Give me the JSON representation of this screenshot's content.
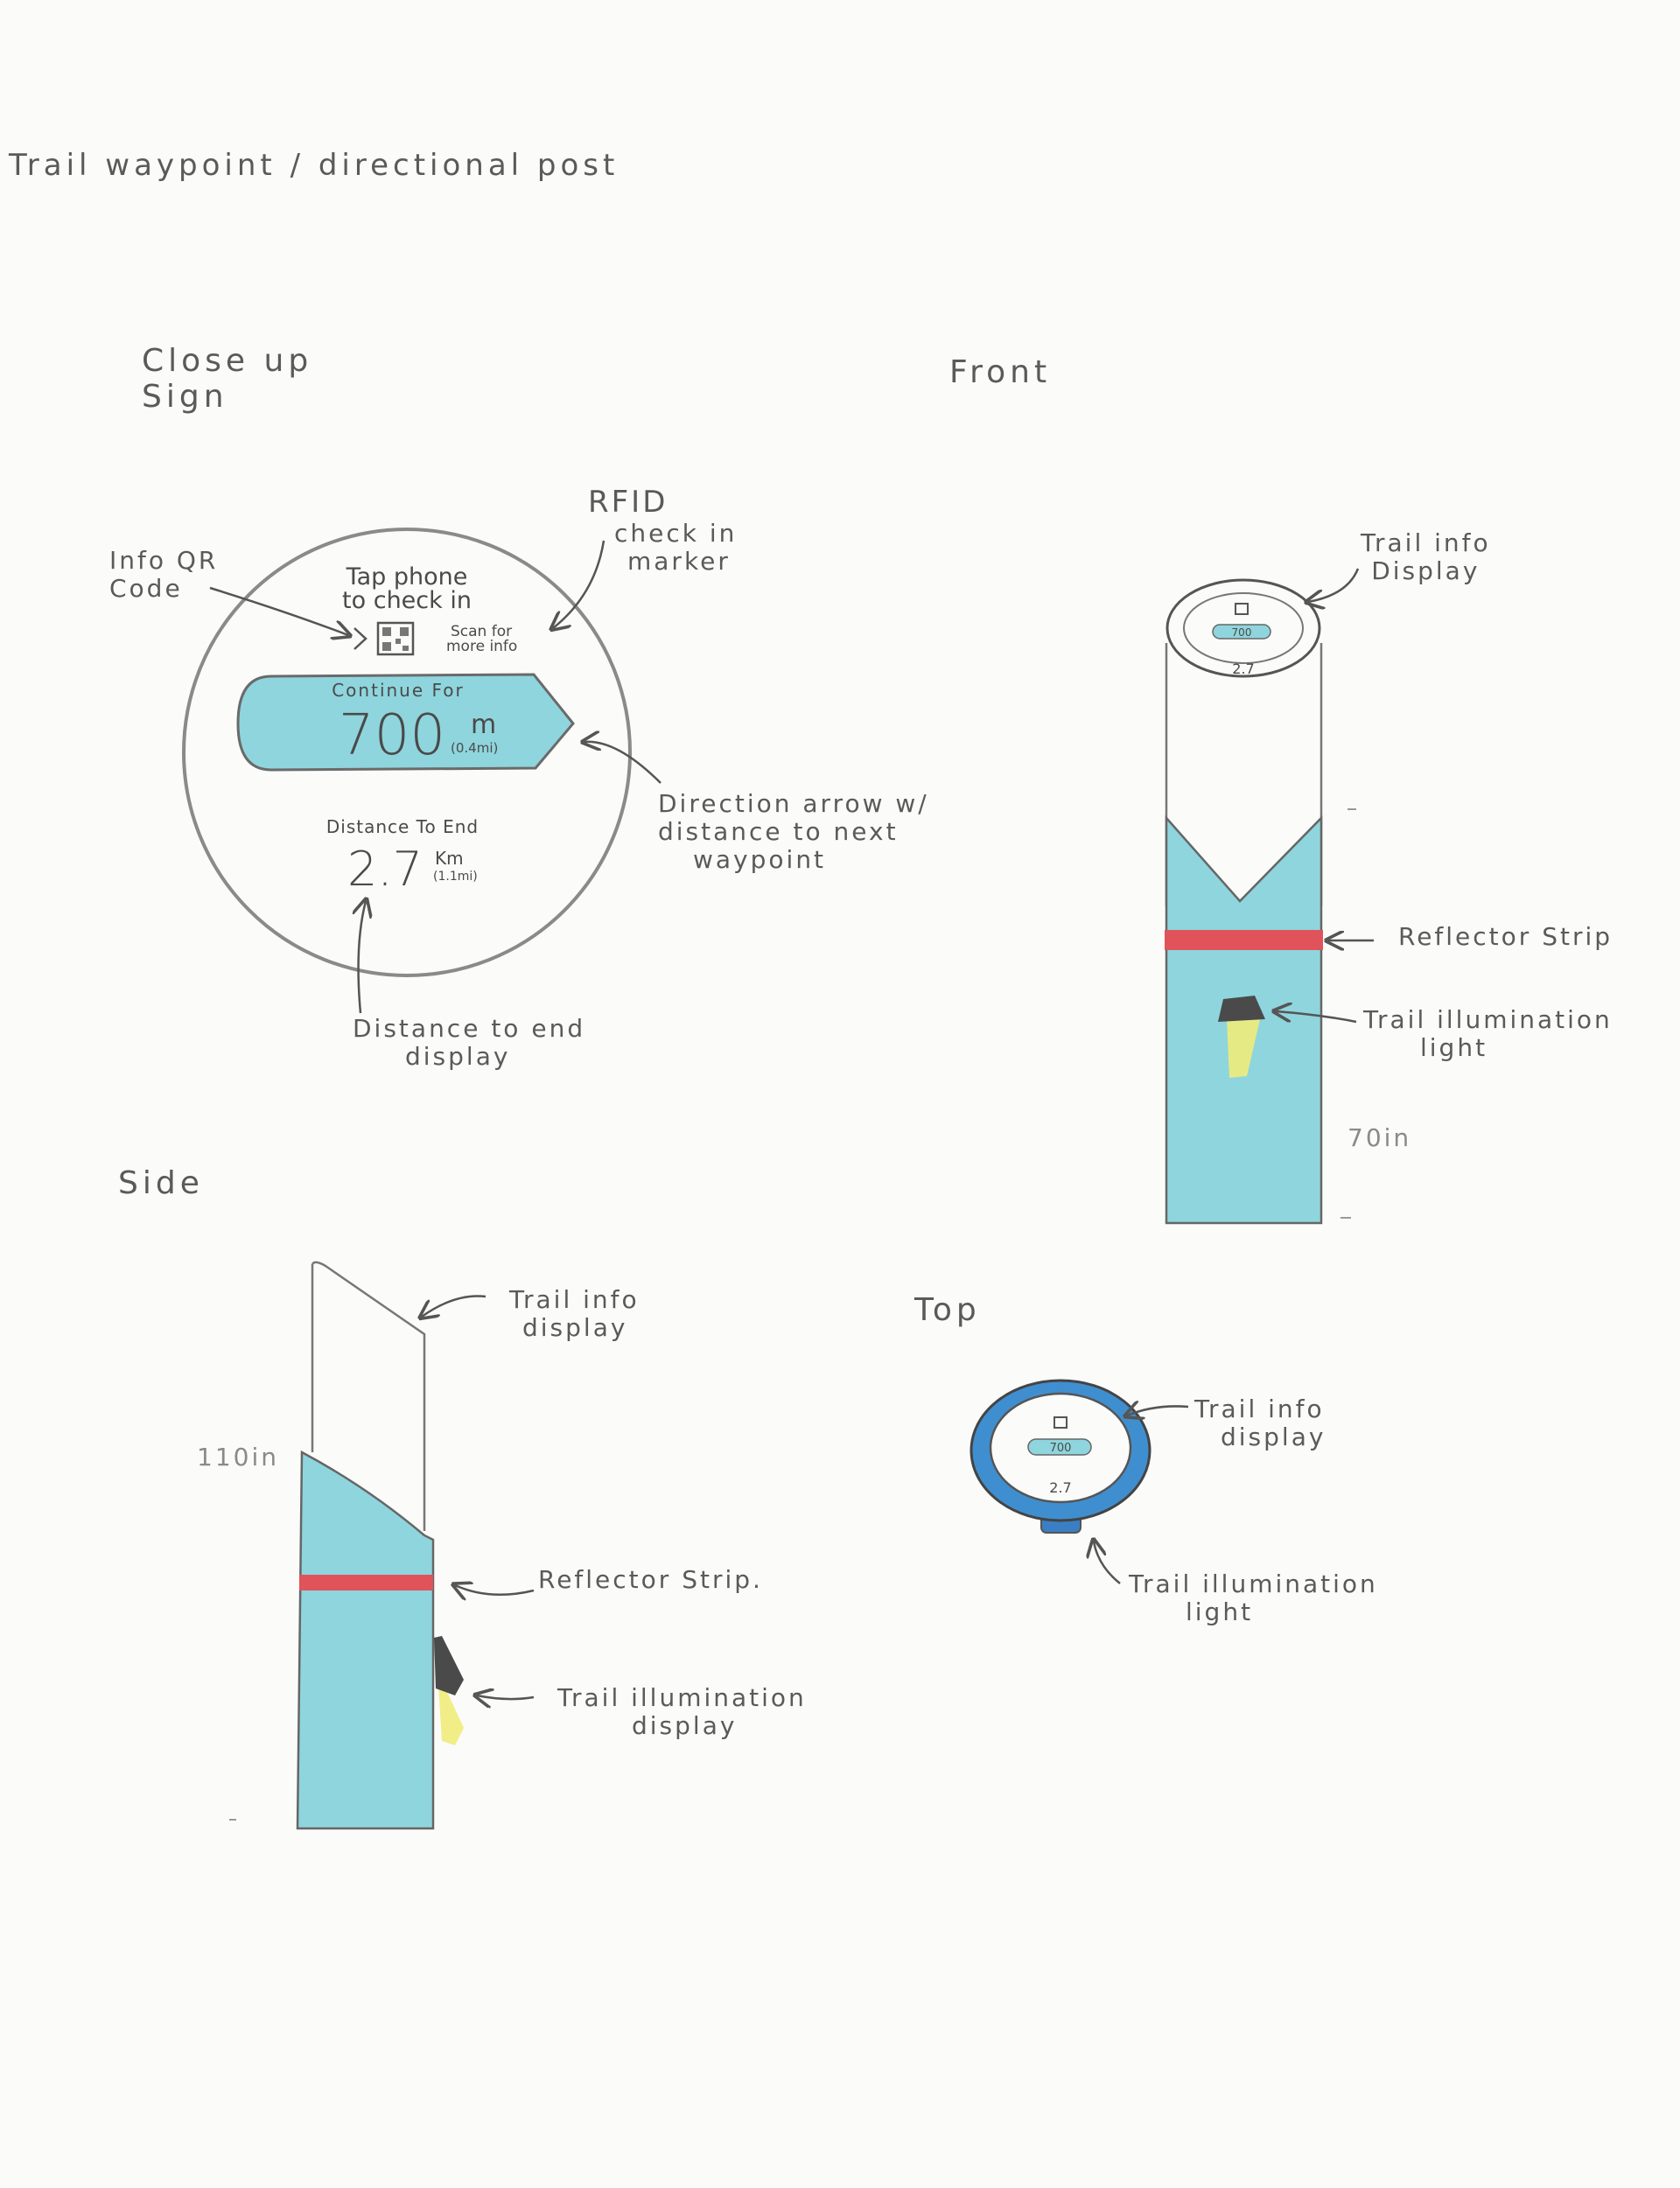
{
  "title": "Trail waypoint / directional post",
  "sections": {
    "closeup": [
      "Close up",
      "Sign"
    ],
    "front": "Front",
    "side": "Side",
    "top": "Top"
  },
  "sign": {
    "tap_line1": "Tap phone",
    "tap_line2": "to check in",
    "scan_line1": "Scan for",
    "scan_line2": "more info",
    "continue": "Continue For",
    "next_value": "700",
    "next_unit": "m",
    "next_alt": "(0.4mi)",
    "end_title": "Distance To End",
    "end_value": "2.7",
    "end_unit": "Km",
    "end_alt": "(1.1mi)"
  },
  "mini_sign": {
    "next_value": "700",
    "end_value": "2.7"
  },
  "labels": {
    "info_qr": [
      "Info QR",
      "Code"
    ],
    "rfid": [
      "RFID",
      "check in",
      "marker"
    ],
    "direction": [
      "Direction arrow w/",
      "distance to next",
      "waypoint"
    ],
    "distance_end": [
      "Distance to end",
      "display"
    ],
    "front_display": [
      "Trail info",
      "Display"
    ],
    "front_reflector": "Reflector Strip",
    "front_light": [
      "Trail illumination",
      "light"
    ],
    "front_height": "70in",
    "side_display": [
      "Trail info",
      "display"
    ],
    "side_height": "110in",
    "side_reflector": "Reflector Strip.",
    "side_light": [
      "Trail illumination",
      "display"
    ],
    "top_display": [
      "Trail info",
      "display"
    ],
    "top_light": [
      "Trail illumination",
      "light"
    ]
  },
  "colors": {
    "pencil": "#6a6a6a",
    "teal": "#8fd5dd",
    "teal_dark": "#57b6c4",
    "reflector": "#e0535a",
    "light_beam": "#f0ec7a",
    "blue_ring": "#3f8fd0"
  }
}
